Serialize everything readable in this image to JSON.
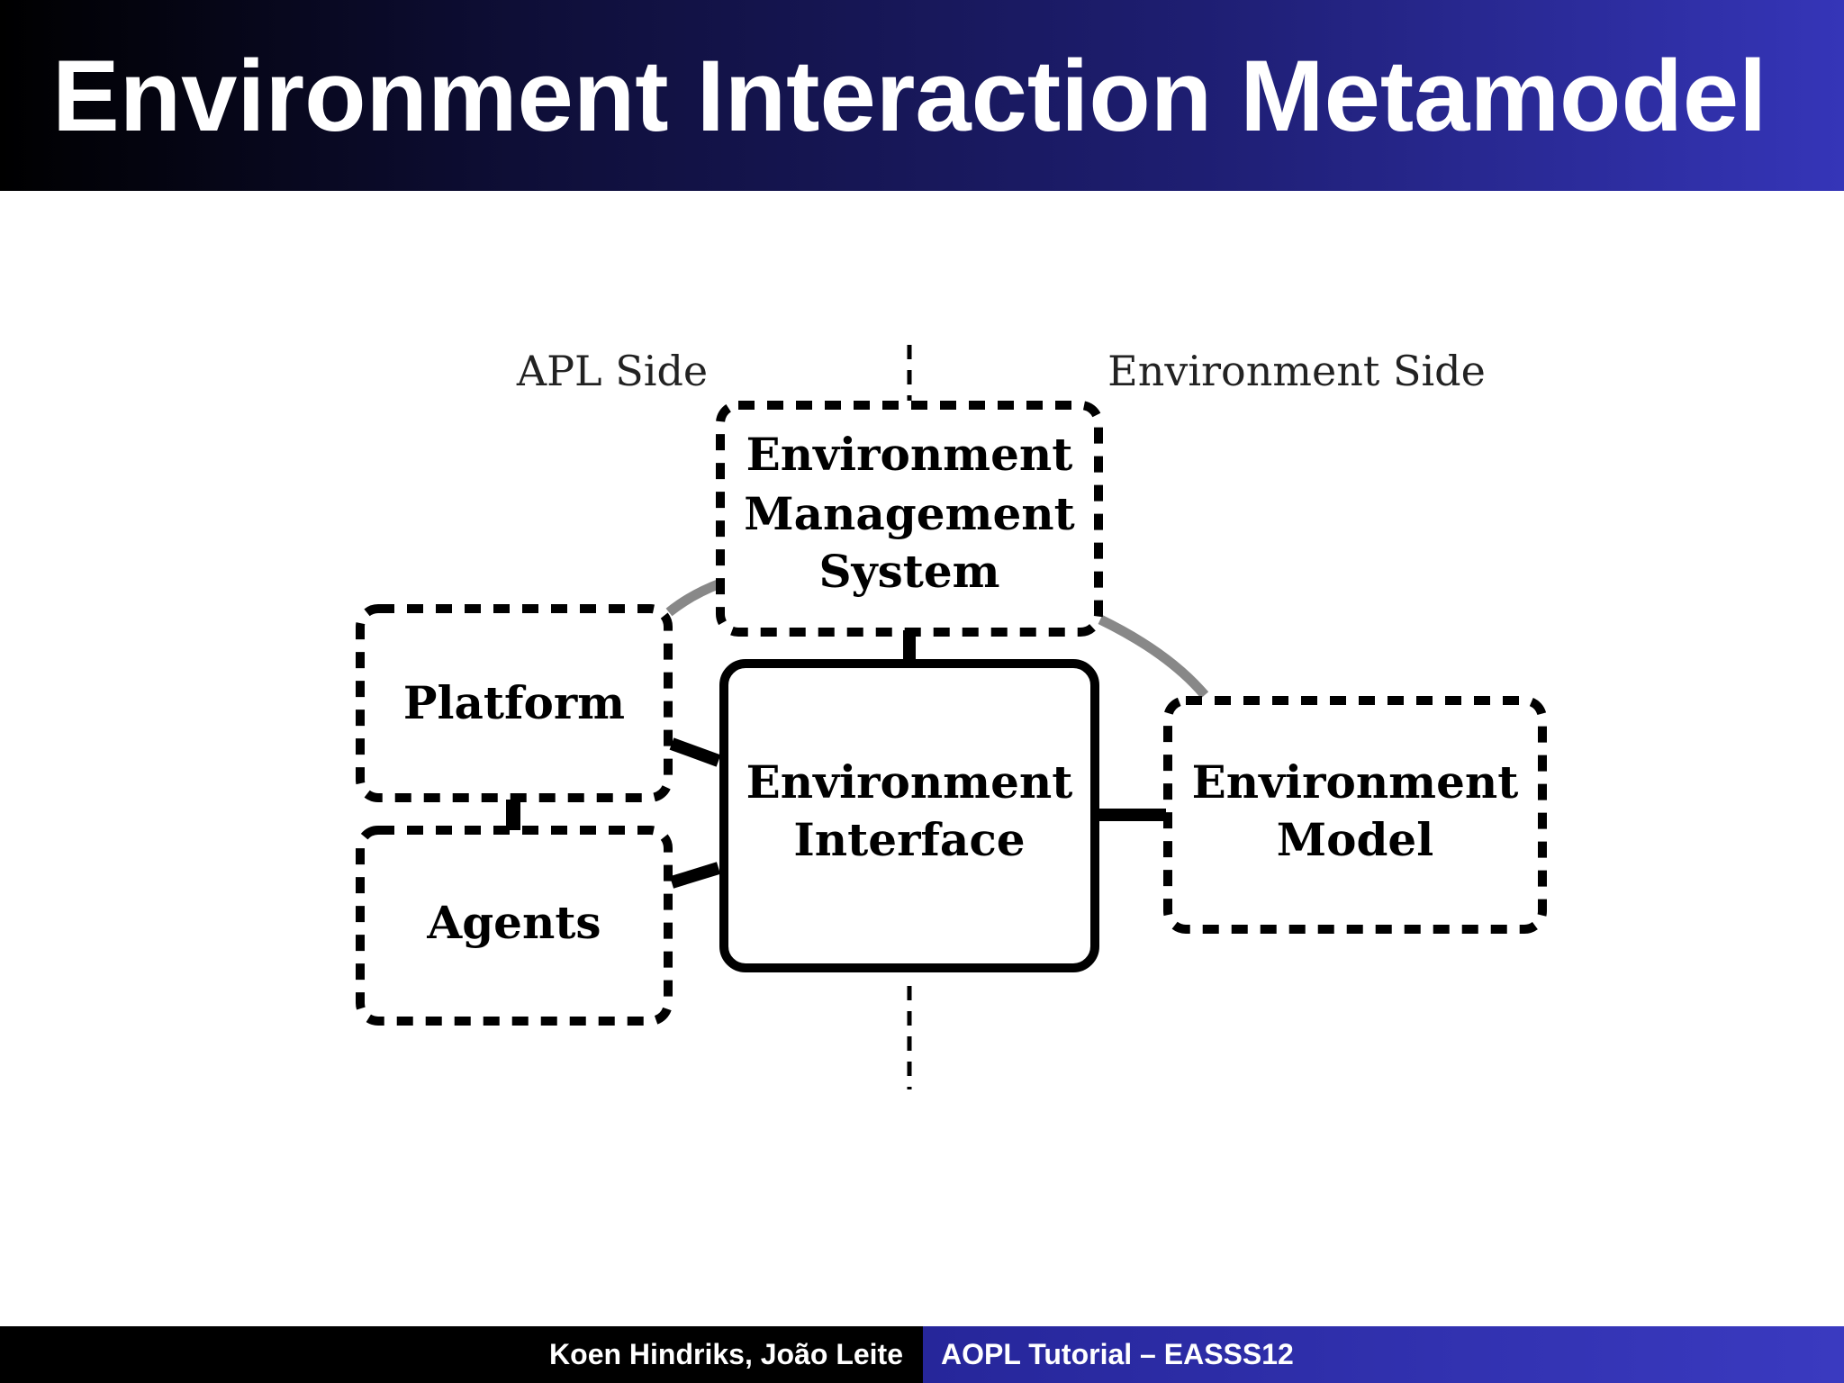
{
  "title": "Environment Interaction Metamodel",
  "diagram": {
    "sides": {
      "left": "APL Side",
      "right": "Environment Side"
    },
    "nodes": {
      "ems": [
        "Environment",
        "Management",
        "System"
      ],
      "platform": [
        "Platform"
      ],
      "agents": [
        "Agents"
      ],
      "interface": [
        "Environment",
        "Interface"
      ],
      "model": [
        "Environment",
        "Model"
      ]
    }
  },
  "footer": {
    "authors": "Koen Hindriks, João Leite",
    "event": "AOPL Tutorial – EASSS12"
  }
}
